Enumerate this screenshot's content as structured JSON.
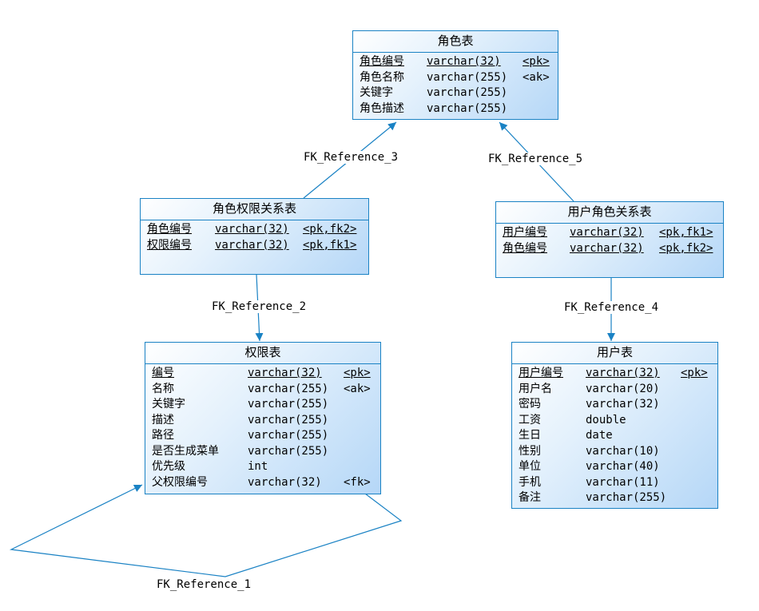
{
  "entities": {
    "role": {
      "title": "角色表",
      "attributes": [
        {
          "name": "角色编号",
          "type": "varchar(32)",
          "key": "<pk>",
          "underline": true
        },
        {
          "name": "角色名称",
          "type": "varchar(255)",
          "key": "<ak>",
          "underline": false
        },
        {
          "name": "关键字",
          "type": "varchar(255)",
          "key": "",
          "underline": false
        },
        {
          "name": "角色描述",
          "type": "varchar(255)",
          "key": "",
          "underline": false
        }
      ]
    },
    "role_permission": {
      "title": "角色权限关系表",
      "attributes": [
        {
          "name": "角色编号",
          "type": "varchar(32)",
          "key": "<pk,fk2>",
          "underline": true
        },
        {
          "name": "权限编号",
          "type": "varchar(32)",
          "key": "<pk,fk1>",
          "underline": true
        }
      ]
    },
    "user_role": {
      "title": "用户角色关系表",
      "attributes": [
        {
          "name": "用户编号",
          "type": "varchar(32)",
          "key": "<pk,fk1>",
          "underline": true
        },
        {
          "name": "角色编号",
          "type": "varchar(32)",
          "key": "<pk,fk2>",
          "underline": true
        }
      ]
    },
    "permission": {
      "title": "权限表",
      "attributes": [
        {
          "name": "编号",
          "type": "varchar(32)",
          "key": "<pk>",
          "underline": true
        },
        {
          "name": "名称",
          "type": "varchar(255)",
          "key": "<ak>",
          "underline": false
        },
        {
          "name": "关键字",
          "type": "varchar(255)",
          "key": "",
          "underline": false
        },
        {
          "name": "描述",
          "type": "varchar(255)",
          "key": "",
          "underline": false
        },
        {
          "name": "路径",
          "type": "varchar(255)",
          "key": "",
          "underline": false
        },
        {
          "name": "是否生成菜单",
          "type": "varchar(255)",
          "key": "",
          "underline": false
        },
        {
          "name": "优先级",
          "type": "int",
          "key": "",
          "underline": false
        },
        {
          "name": "父权限编号",
          "type": "varchar(32)",
          "key": "<fk>",
          "underline": false
        }
      ]
    },
    "user": {
      "title": "用户表",
      "attributes": [
        {
          "name": "用户编号",
          "type": "varchar(32)",
          "key": "<pk>",
          "underline": true
        },
        {
          "name": "用户名",
          "type": "varchar(20)",
          "key": "",
          "underline": false
        },
        {
          "name": "密码",
          "type": "varchar(32)",
          "key": "",
          "underline": false
        },
        {
          "name": "工资",
          "type": "double",
          "key": "",
          "underline": false
        },
        {
          "name": "生日",
          "type": "date",
          "key": "",
          "underline": false
        },
        {
          "name": "性别",
          "type": "varchar(10)",
          "key": "",
          "underline": false
        },
        {
          "name": "单位",
          "type": "varchar(40)",
          "key": "",
          "underline": false
        },
        {
          "name": "手机",
          "type": "varchar(11)",
          "key": "",
          "underline": false
        },
        {
          "name": "备注",
          "type": "varchar(255)",
          "key": "",
          "underline": false
        }
      ]
    }
  },
  "references": {
    "fk1": "FK_Reference_1",
    "fk2": "FK_Reference_2",
    "fk3": "FK_Reference_3",
    "fk4": "FK_Reference_4",
    "fk5": "FK_Reference_5"
  },
  "colors": {
    "line": "#1a82c4",
    "border": "#1a82c4",
    "fill_end": "#b5d7f7"
  }
}
